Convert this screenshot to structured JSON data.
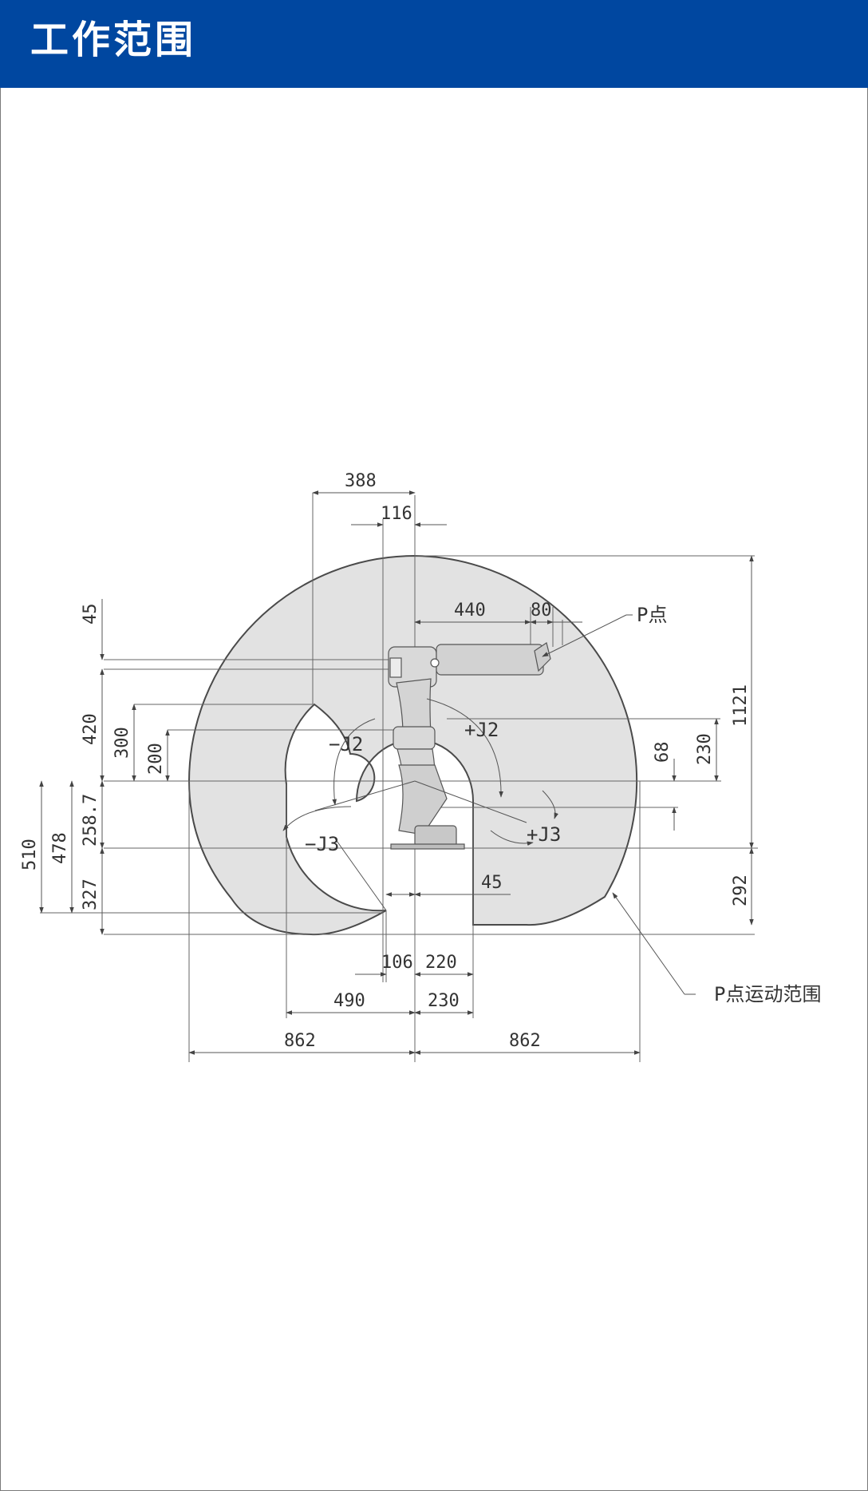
{
  "header": {
    "title": "工作范围"
  },
  "drawing": {
    "colors": {
      "envelope_fill": "#e2e2e2",
      "outline": "#4a4a4a",
      "dim_line": "#555555",
      "header_bg": "#0047a0"
    },
    "labels": {
      "p_point": "P点",
      "p_range": "P点运动范围",
      "plus_j2": "+J2",
      "minus_j2": "−J2",
      "plus_j3": "+J3",
      "minus_j3": "−J3"
    },
    "dims": {
      "d388": "388",
      "d116": "116",
      "d440": "440",
      "d80": "80",
      "d45_top": "45",
      "d420": "420",
      "d300": "300",
      "d200": "200",
      "d258_7": "258.7",
      "d478": "478",
      "d510": "510",
      "d327": "327",
      "d1121": "1121",
      "d230_right": "230",
      "d68": "68",
      "d292": "292",
      "d45_bottom": "45",
      "d106": "106",
      "d220": "220",
      "d490": "490",
      "d230_bottom": "230",
      "d862_left": "862",
      "d862_right": "862"
    }
  }
}
